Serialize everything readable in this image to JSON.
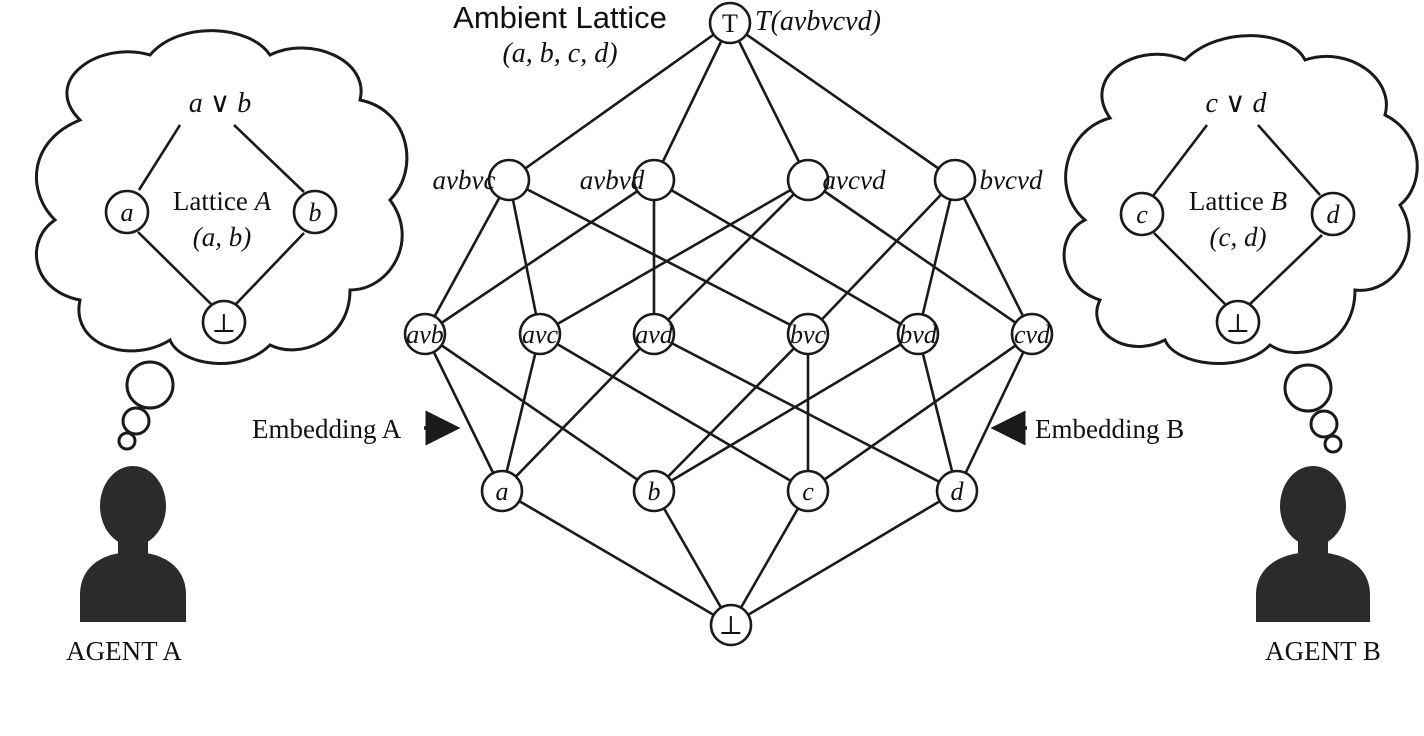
{
  "ambient": {
    "title": "Ambient Lattice",
    "subtitle": "(a, b, c, d)",
    "top_symbol": "T",
    "top_label": "T(avbvcvd)",
    "bottom_symbol": "⊥",
    "level3": [
      "avbvc",
      "avbvd",
      "avcvd",
      "bvcvd"
    ],
    "level2": [
      "avb",
      "avc",
      "avd",
      "bvc",
      "bvd",
      "cvd"
    ],
    "atoms": [
      "a",
      "b",
      "c",
      "d"
    ]
  },
  "lattice_a": {
    "join": "a ∨ b",
    "title": "Lattice A",
    "subtitle": "(a, b)",
    "left": "a",
    "right": "b",
    "bottom": "⊥"
  },
  "lattice_b": {
    "join": "c ∨ d",
    "title": "Lattice B",
    "subtitle": "(c, d)",
    "left": "c",
    "right": "d",
    "bottom": "⊥"
  },
  "embedding_a": {
    "label": "Embedding A"
  },
  "embedding_b": {
    "label": "Embedding B"
  },
  "agent_a": {
    "label": "AGENT A"
  },
  "agent_b": {
    "label": "AGENT B"
  },
  "colors": {
    "ink": "#1a1a1a",
    "person": "#2b2b2b",
    "background": "#ffffff"
  }
}
